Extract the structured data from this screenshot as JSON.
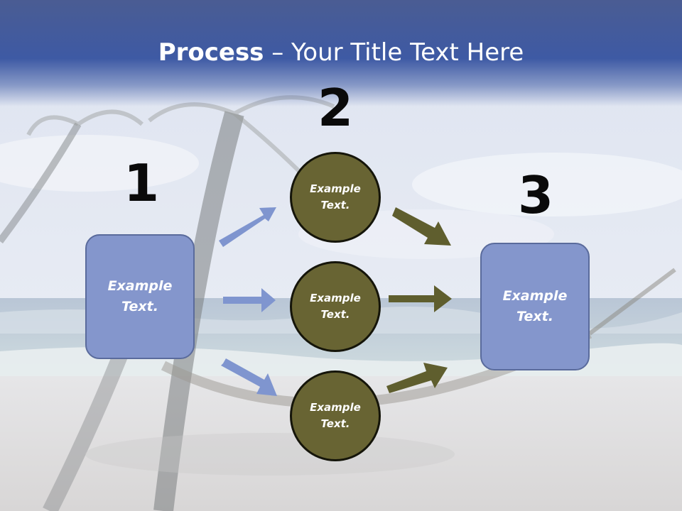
{
  "title": {
    "bold": "Process",
    "rest": " – Your Title Text Here"
  },
  "steps": [
    {
      "number": "1",
      "text_line1": "Example",
      "text_line2": "Text."
    },
    {
      "number": "2"
    },
    {
      "number": "3",
      "text_line1": "Example",
      "text_line2": "Text."
    }
  ],
  "circles": [
    {
      "text_line1": "Example",
      "text_line2": "Text."
    },
    {
      "text_line1": "Example",
      "text_line2": "Text."
    },
    {
      "text_line1": "Example",
      "text_line2": "Text."
    }
  ],
  "colors": {
    "title_band": "#3e5aa4",
    "box_fill": "#8496cc",
    "circle_fill": "#686433",
    "arrow_blue": "#7f95cf",
    "arrow_olive": "#5f5e2e"
  }
}
